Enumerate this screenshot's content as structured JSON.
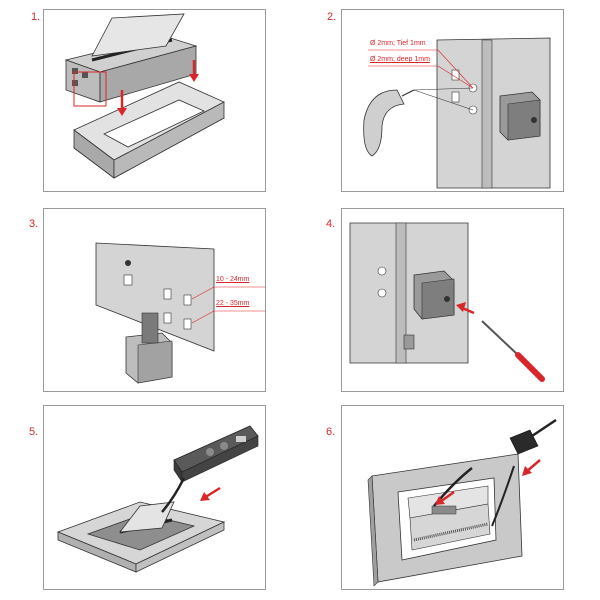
{
  "colors": {
    "accent_red": "#d9262b",
    "panel_border": "#9a9a9a",
    "metal_light": "#d6d6d6",
    "metal_mid": "#bdbdbd",
    "metal_dark": "#8f8f8f",
    "line": "#333333"
  },
  "steps": [
    {
      "number": "1.",
      "labels": []
    },
    {
      "number": "2.",
      "labels": [
        "Ø 2mm; Tief 1mm",
        "Ø 2mm; deep 1mm"
      ]
    },
    {
      "number": "3.",
      "labels": [
        "10 - 24mm",
        "22 - 35mm"
      ]
    },
    {
      "number": "4.",
      "labels": []
    },
    {
      "number": "5.",
      "labels": []
    },
    {
      "number": "6.",
      "labels": []
    }
  ],
  "icons": [
    "screwdriver-icon",
    "arrow-icon",
    "power-plug-icon"
  ]
}
